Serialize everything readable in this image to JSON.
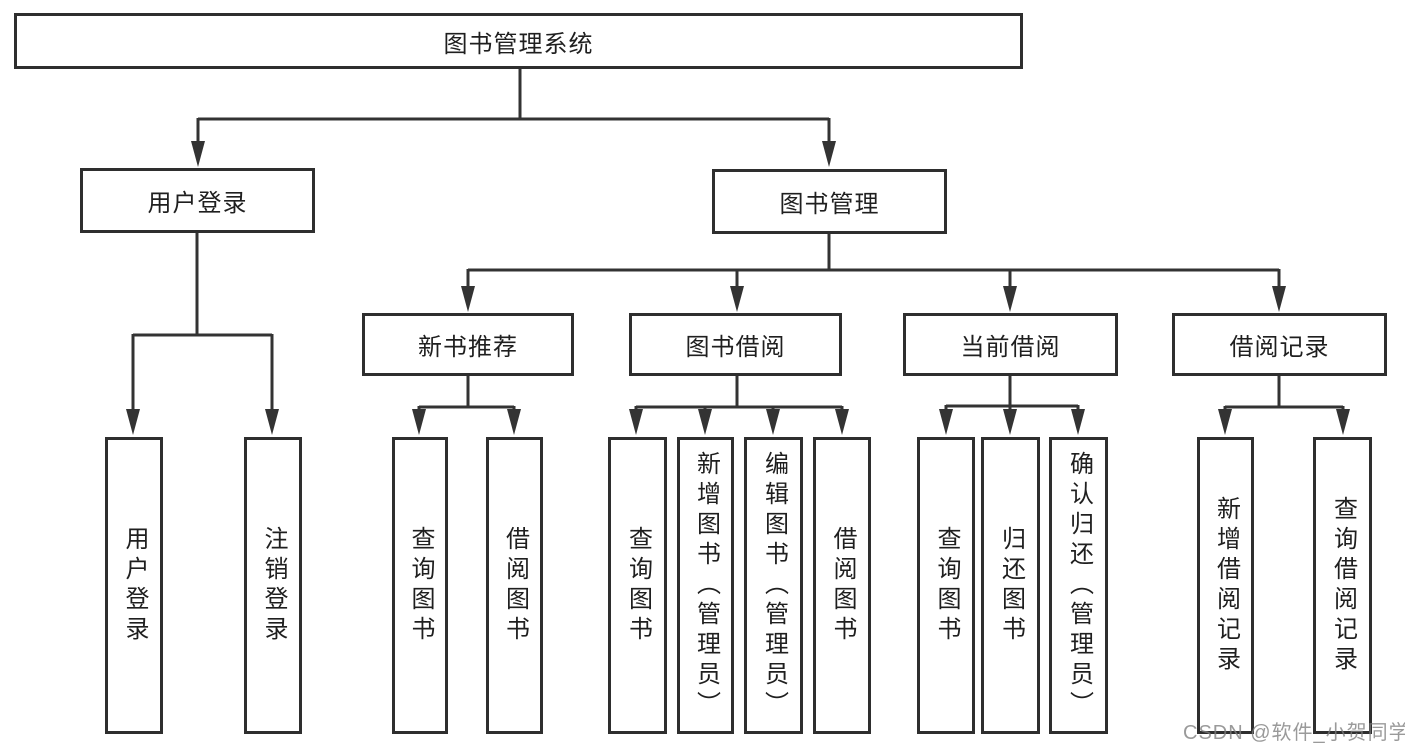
{
  "tree": {
    "root": "图书管理系统",
    "branches": [
      {
        "label": "用户登录",
        "children": [
          {
            "label": "用户登录"
          },
          {
            "label": "注销登录"
          }
        ]
      },
      {
        "label": "图书管理",
        "sections": [
          {
            "label": "新书推荐",
            "children": [
              {
                "label": "查询图书"
              },
              {
                "label": "借阅图书"
              }
            ]
          },
          {
            "label": "图书借阅",
            "children": [
              {
                "label": "查询图书"
              },
              {
                "label": "新增图书（管理员）"
              },
              {
                "label": "编辑图书（管理员）"
              },
              {
                "label": "借阅图书"
              }
            ]
          },
          {
            "label": "当前借阅",
            "children": [
              {
                "label": "查询图书"
              },
              {
                "label": "归还图书"
              },
              {
                "label": "确认归还（管理员）"
              }
            ]
          },
          {
            "label": "借阅记录",
            "children": [
              {
                "label": "新增借阅记录"
              },
              {
                "label": "查询借阅记录"
              }
            ]
          }
        ]
      }
    ]
  },
  "watermark": "CSDN @软件_小贺同学",
  "colors": {
    "line": "#333333",
    "box_border": "#2e2e2e",
    "text": "#1f1f1f",
    "watermark": "#9a9a9a",
    "background": "#ffffff"
  }
}
